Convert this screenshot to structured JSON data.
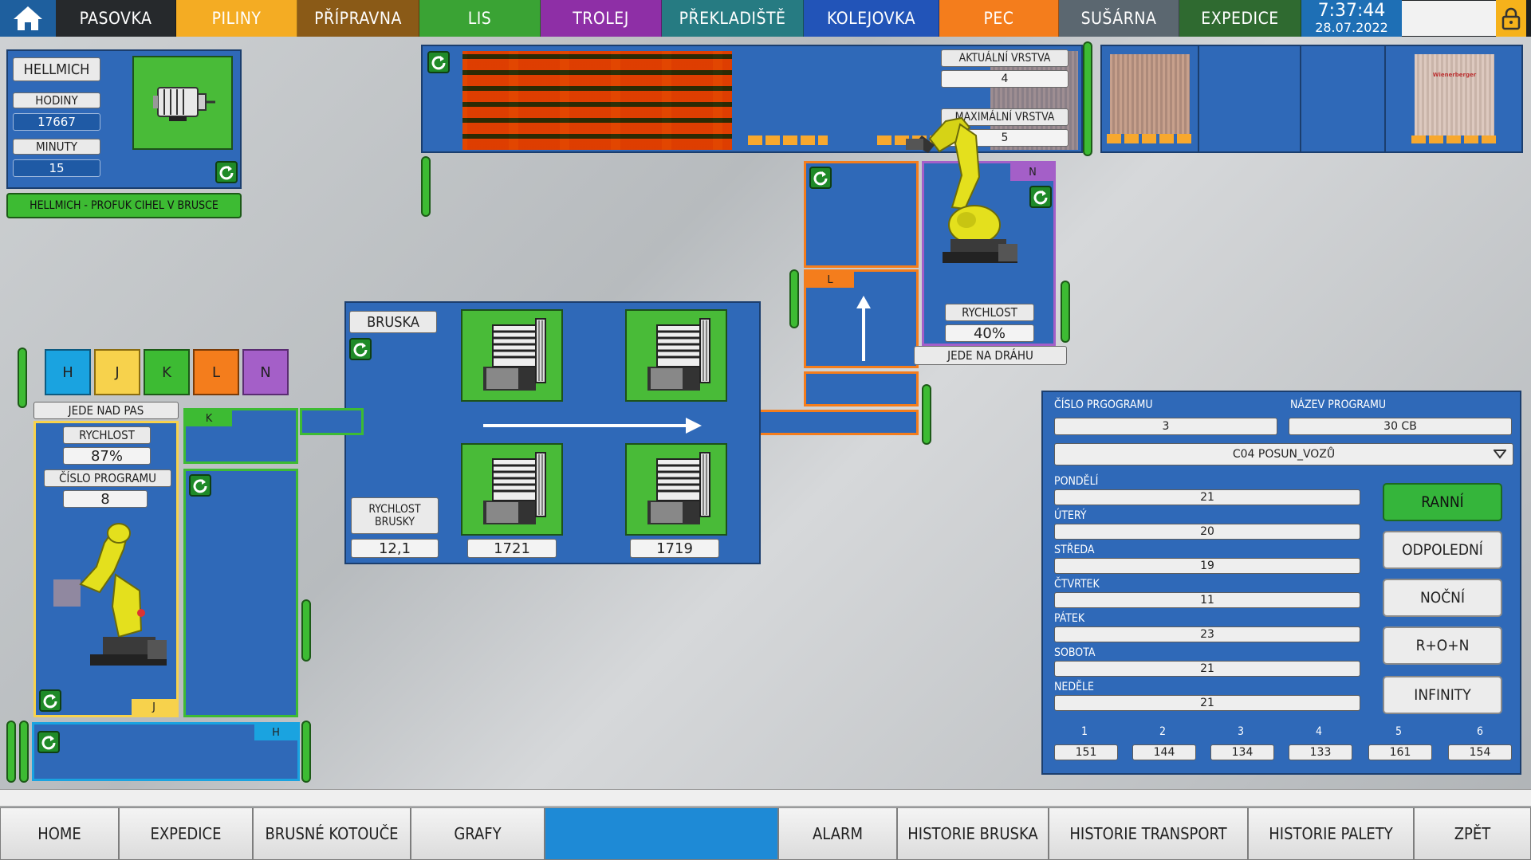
{
  "nav": {
    "tabs": [
      {
        "label": "PASOVKA",
        "color": "#26292c"
      },
      {
        "label": "PILINY",
        "color": "#f4ac23"
      },
      {
        "label": "PŘÍPRAVNA",
        "color": "#8a5a17"
      },
      {
        "label": "LIS",
        "color": "#3aa334"
      },
      {
        "label": "TROLEJ",
        "color": "#8e2fa6"
      },
      {
        "label": "PŘEKLADIŠTĚ",
        "color": "#267b82"
      },
      {
        "label": "KOLEJOVKA",
        "color": "#2254b8"
      },
      {
        "label": "PEC",
        "color": "#f47d1c"
      },
      {
        "label": "SUŠÁRNA",
        "color": "#5b6770"
      },
      {
        "label": "EXPEDICE",
        "color": "#2f6a30"
      }
    ],
    "time": "7:37:44",
    "date": "28.07.2022"
  },
  "hellmich": {
    "title": "HELLMICH",
    "hours_label": "HODINY",
    "hours_value": "17667",
    "minutes_label": "MINUTY",
    "minutes_value": "15",
    "status": "HELLMICH - PROFUK CIHEL V BRUSCE"
  },
  "stacker": {
    "current_layer_label": "AKTUÁLNÍ VRSTVA",
    "current_layer_value": "4",
    "max_layer_label": "MAXIMÁLNÍ VRSTVA",
    "max_layer_value": "5"
  },
  "pallet_brand": "Wienerberger",
  "robot_n": {
    "tag": "N",
    "speed_label": "RYCHLOST",
    "speed_value": "40%",
    "status": "JEDE NA DRÁHU"
  },
  "station_l": {
    "tag": "L"
  },
  "robot_left": {
    "selectors": [
      {
        "label": "H",
        "color": "#1aa3e0"
      },
      {
        "label": "J",
        "color": "#f7d24c"
      },
      {
        "label": "K",
        "color": "#3dbb33"
      },
      {
        "label": "L",
        "color": "#f47d1c"
      },
      {
        "label": "N",
        "color": "#a45fc8"
      }
    ],
    "status": "JEDE NAD PAS",
    "speed_label": "RYCHLOST",
    "speed_value": "87%",
    "program_label": "ČÍSLO PROGRAMU",
    "program_value": "8",
    "tag": "J"
  },
  "conveyor_k": {
    "tag": "K"
  },
  "conveyor_h": {
    "tag": "H"
  },
  "bruska": {
    "title": "BRUSKA",
    "speed_label": "RYCHLOST BRUSKY",
    "speed_value": "12,1",
    "motor_bottom_left": "1721",
    "motor_bottom_right": "1719"
  },
  "program": {
    "number_label": "ČÍSLO PRGOGRAMU",
    "number_value": "3",
    "name_label": "NÁZEV PROGRAMU",
    "name_value": "30 CB",
    "select_value": "C04 POSUN_VOZŮ",
    "days": [
      {
        "label": "PONDĚLÍ",
        "value": "21"
      },
      {
        "label": "ÚTERÝ",
        "value": "20"
      },
      {
        "label": "STŘEDA",
        "value": "19"
      },
      {
        "label": "ČTVRTEK",
        "value": "11"
      },
      {
        "label": "PÁTEK",
        "value": "23"
      },
      {
        "label": "SOBOTA",
        "value": "21"
      },
      {
        "label": "NEDĚLE",
        "value": "21"
      }
    ],
    "shifts": [
      {
        "label": "RANNÍ",
        "active": true
      },
      {
        "label": "ODPOLEDNÍ",
        "active": false
      },
      {
        "label": "NOČNÍ",
        "active": false
      },
      {
        "label": "R+O+N",
        "active": false
      },
      {
        "label": "INFINITY",
        "active": false
      }
    ],
    "columns": [
      {
        "label": "1",
        "value": "151"
      },
      {
        "label": "2",
        "value": "144"
      },
      {
        "label": "3",
        "value": "134"
      },
      {
        "label": "4",
        "value": "133"
      },
      {
        "label": "5",
        "value": "161"
      },
      {
        "label": "6",
        "value": "154"
      }
    ]
  },
  "bottomnav": {
    "home": "HOME",
    "expedice": "EXPEDICE",
    "brusne": "BRUSNÉ KOTOUČE",
    "grafy": "GRAFY",
    "alarm": "ALARM",
    "hist_bruska": "HISTORIE BRUSKA",
    "hist_transport": "HISTORIE TRANSPORT",
    "hist_palety": "HISTORIE PALETY",
    "zpet": "ZPĚT"
  },
  "colors": {
    "panel": "#2f69b8",
    "green": "#3dbb33",
    "orange": "#f47d1c",
    "purple": "#a45fc8",
    "yellow": "#f7d24c",
    "cyan": "#1aa3e0"
  }
}
